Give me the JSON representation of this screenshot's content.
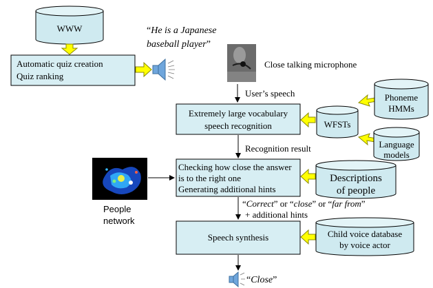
{
  "colors": {
    "box_fill": "#d7eef3",
    "cylinder_fill": "#cfeaf0",
    "cylinder_top": "#e3f4f7",
    "stroke": "#000000",
    "arrow_yellow": "#ffff00",
    "arrow_stroke": "#8a8a00",
    "speaker_blue": "#6fa6dc",
    "photo_gray": "#6b6b6b",
    "network_dark": "#000000"
  },
  "nodes": {
    "www": "WWW",
    "quiz_line1": "Automatic quiz creation",
    "quiz_line2": "Quiz ranking",
    "asr_line1": "Extremely large vocabulary",
    "asr_line2": "speech recognition",
    "wfsts": "WFSTs",
    "phoneme_line1": "Phoneme",
    "phoneme_line2": "HMMs",
    "lang_line1": "Language",
    "lang_line2": "models",
    "check_line1": "Checking how close the answer",
    "check_line2": "is to the right one",
    "check_line3": "Generating additional hints",
    "desc_line1": "Descriptions",
    "desc_line2": "of people",
    "synth": "Speech synthesis",
    "child_line1": "Child voice database",
    "child_line2": "by voice actor"
  },
  "labels": {
    "quote_line1": "He is a Japanese",
    "quote_line2": "baseball player",
    "microphone": "Close talking microphone",
    "users_speech": "User’s speech",
    "recognition_result": "Recognition result",
    "people_network_line1": "People",
    "people_network_line2": "network",
    "feedback_correct": "Correct",
    "feedback_or1": " or “",
    "feedback_close": "close",
    "feedback_or2": "” or “",
    "feedback_far": "far from",
    "feedback_hints": "+ additional hints",
    "final_output": "Close"
  },
  "icons": {
    "speaker": "speaker-icon",
    "microphone_photo": "microphone-photo",
    "people_network_image": "people-network-image"
  }
}
